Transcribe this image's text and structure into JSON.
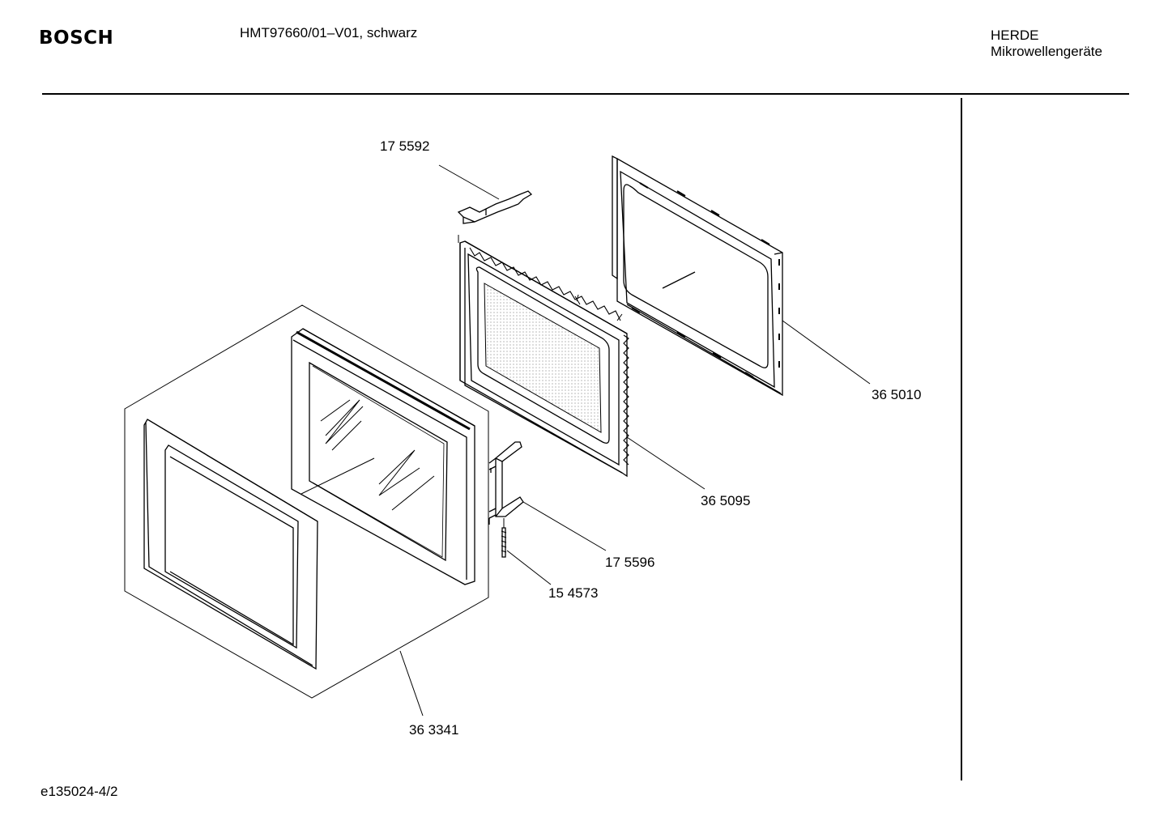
{
  "header": {
    "brand": "BOSCH",
    "model": "HMT97660/01–V01, schwarz",
    "category_line1": "HERDE",
    "category_line2": "Mikrowellengeräte"
  },
  "footer": {
    "drawing_code": "e135024-4/2"
  },
  "parts": [
    {
      "id": "p1",
      "number": "17 5592"
    },
    {
      "id": "p2",
      "number": "36 5010"
    },
    {
      "id": "p3",
      "number": "36 5095"
    },
    {
      "id": "p4",
      "number": "17 5596"
    },
    {
      "id": "p5",
      "number": "15 4573"
    },
    {
      "id": "p6",
      "number": "36 3341"
    }
  ]
}
